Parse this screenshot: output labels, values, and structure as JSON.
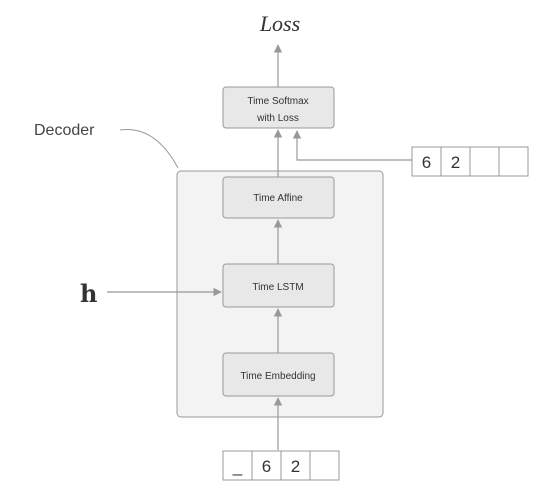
{
  "title": "Loss",
  "decoder_label": "Decoder",
  "hidden_state_label": "h",
  "blocks": {
    "softmax": [
      "Time Softmax",
      "with Loss"
    ],
    "affine": "Time Affine",
    "lstm": "Time LSTM",
    "embedding": "Time Embedding"
  },
  "target_sequence": [
    "6",
    "2",
    "",
    ""
  ],
  "input_sequence": [
    "_",
    "6",
    "2",
    ""
  ],
  "colors": {
    "block_fill": "#e8e8e8",
    "decoder_fill": "#f3f3f3",
    "border": "#999999",
    "arrow": "#999999",
    "text": "#333333"
  }
}
